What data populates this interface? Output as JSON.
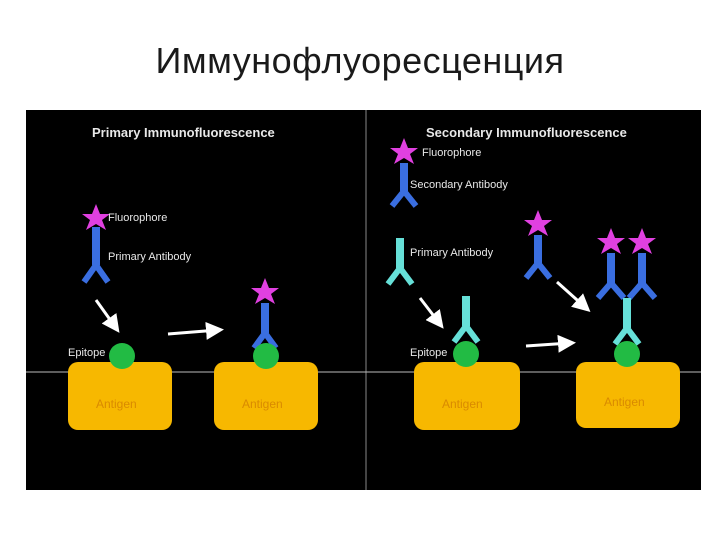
{
  "slide": {
    "title": "Иммунофлуоресценция"
  },
  "primary_panel": {
    "title": "Primary Immunofluorescence",
    "fluorophore_label": "Fluorophore",
    "antibody_label": "Primary Antibody",
    "epitope_label": "Epitope",
    "antigen_label_1": "Antigen",
    "antigen_label_2": "Antigen"
  },
  "secondary_panel": {
    "title": "Secondary Immunofluorescence",
    "fluorophore_label": "Fluorophore",
    "secondary_antibody_label": "Secondary Antibody",
    "primary_antibody_label": "Primary Antibody",
    "epitope_label": "Epitope",
    "antigen_label_1": "Antigen",
    "antigen_label_2": "Antigen"
  },
  "colors": {
    "background": "#000000",
    "fluorophore": "#e040e0",
    "primary_antibody_blue": "#3a6ee0",
    "primary_antibody_cyan": "#66e0d8",
    "epitope": "#22bb44",
    "antigen": "#f7b800",
    "arrow": "#ffffff"
  }
}
